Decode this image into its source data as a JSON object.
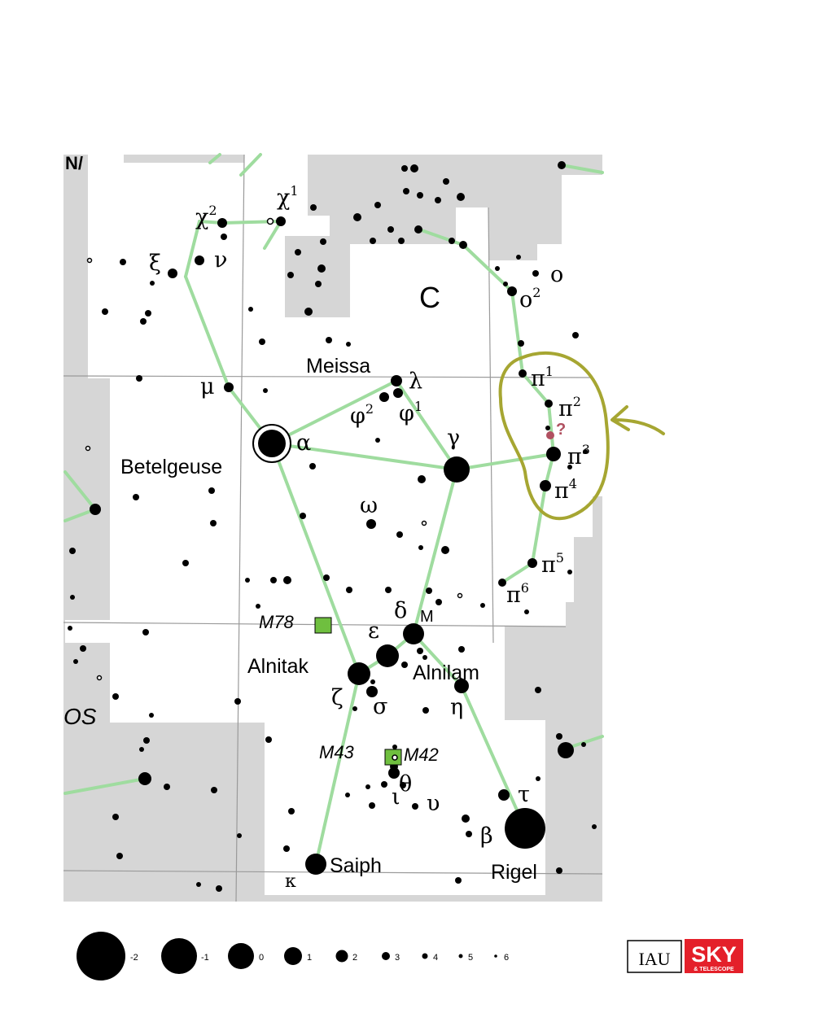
{
  "map": {
    "named_stars": {
      "betelgeuse": "Betelgeuse",
      "meissa": "Meissa",
      "alnitak": "Alnitak",
      "alnilam": "Alnilam",
      "saiph": "Saiph",
      "rigel": "Rigel"
    },
    "greek_labels": {
      "alpha": "α",
      "beta": "β",
      "gamma": "γ",
      "delta": "δ",
      "epsilon": "ε",
      "zeta": "ζ",
      "eta": "η",
      "theta": "θ",
      "iota": "ι",
      "kappa": "κ",
      "lambda": "λ",
      "mu": "μ",
      "nu": "ν",
      "xi": "ξ",
      "sigma": "σ",
      "tau": "τ",
      "upsilon": "υ",
      "omega": "ω",
      "chi": "χ",
      "chi2_sup": "2",
      "chi1_sup": "1",
      "phi": "φ",
      "phi2_sup": "2",
      "phi1_sup": "1",
      "omicron": "o",
      "o2_sup": "2",
      "o1_partial": "o",
      "pi": "π",
      "pi1_sup": "1",
      "pi2_sup": "2",
      "pi3_sup": "3",
      "pi4_sup": "4",
      "pi5_sup": "5",
      "pi6_sup": "6"
    },
    "deep_sky": {
      "m78": "M78",
      "m43": "M43",
      "m42": "M42"
    },
    "partial_labels": {
      "constellation_os": "OS",
      "m_partial": "M",
      "top_left": "N/"
    },
    "colors": {
      "constellation_line": "#9fdc9f",
      "neighbor_fill": "#d6d6d6",
      "dso": "#6fbf3f",
      "annotation": "#a6a632",
      "question": "#b05060"
    }
  },
  "annotation": {
    "question_mark": "?"
  },
  "legend": {
    "magnitudes": [
      "-2",
      "-1",
      "0",
      "1",
      "2",
      "3",
      "4",
      "5",
      "6"
    ]
  },
  "logos": {
    "iau": "IAU",
    "sky": "SKY",
    "telescope": "& TELESCOPE"
  }
}
